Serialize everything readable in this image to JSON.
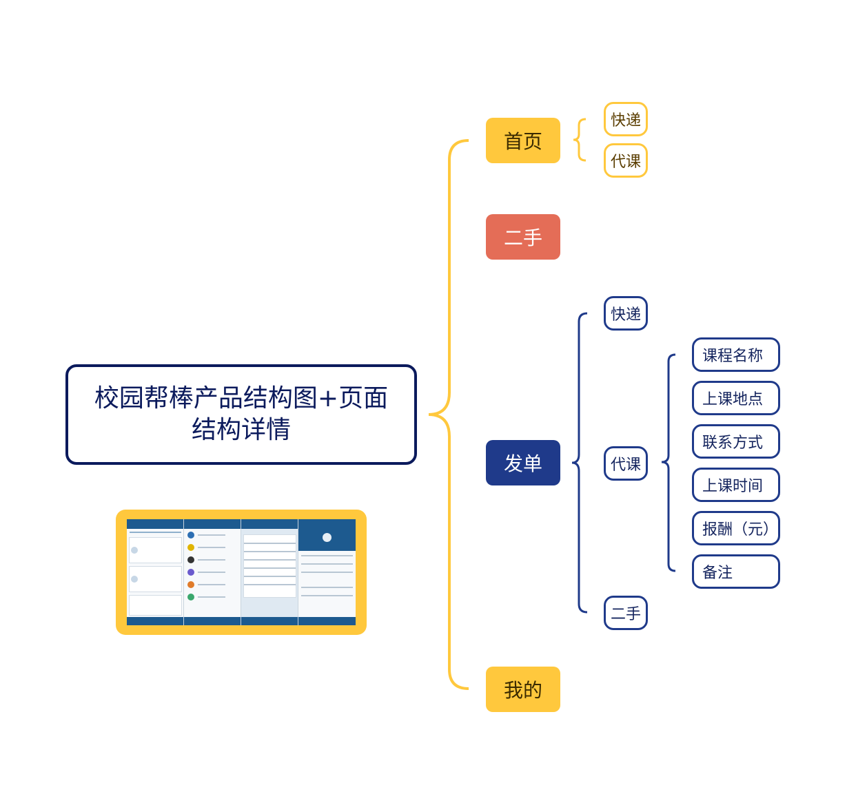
{
  "root": {
    "title_line1": "校园帮棒产品结构图+页面",
    "title_line2": "结构详情"
  },
  "branches": [
    {
      "label": "首页",
      "color": "#ffc83d",
      "children": [
        "快递",
        "代课"
      ]
    },
    {
      "label": "二手",
      "color": "#e46d57",
      "children": []
    },
    {
      "label": "发单",
      "color": "#1f3a8a",
      "children": [
        "快递",
        "代课",
        "二手"
      ]
    },
    {
      "label": "我的",
      "color": "#ffc83d",
      "children": []
    }
  ],
  "course_fields": [
    "课程名称",
    "上课地点",
    "联系方式",
    "上课时间",
    "报酬（元）",
    "备注"
  ],
  "colors": {
    "accent_yellow": "#ffc83d",
    "accent_red": "#e46d57",
    "accent_navy": "#1f3a8a",
    "root_border": "#0b1a5c"
  },
  "thumbnail": {
    "description_icon": "app-screens-thumbnail"
  }
}
